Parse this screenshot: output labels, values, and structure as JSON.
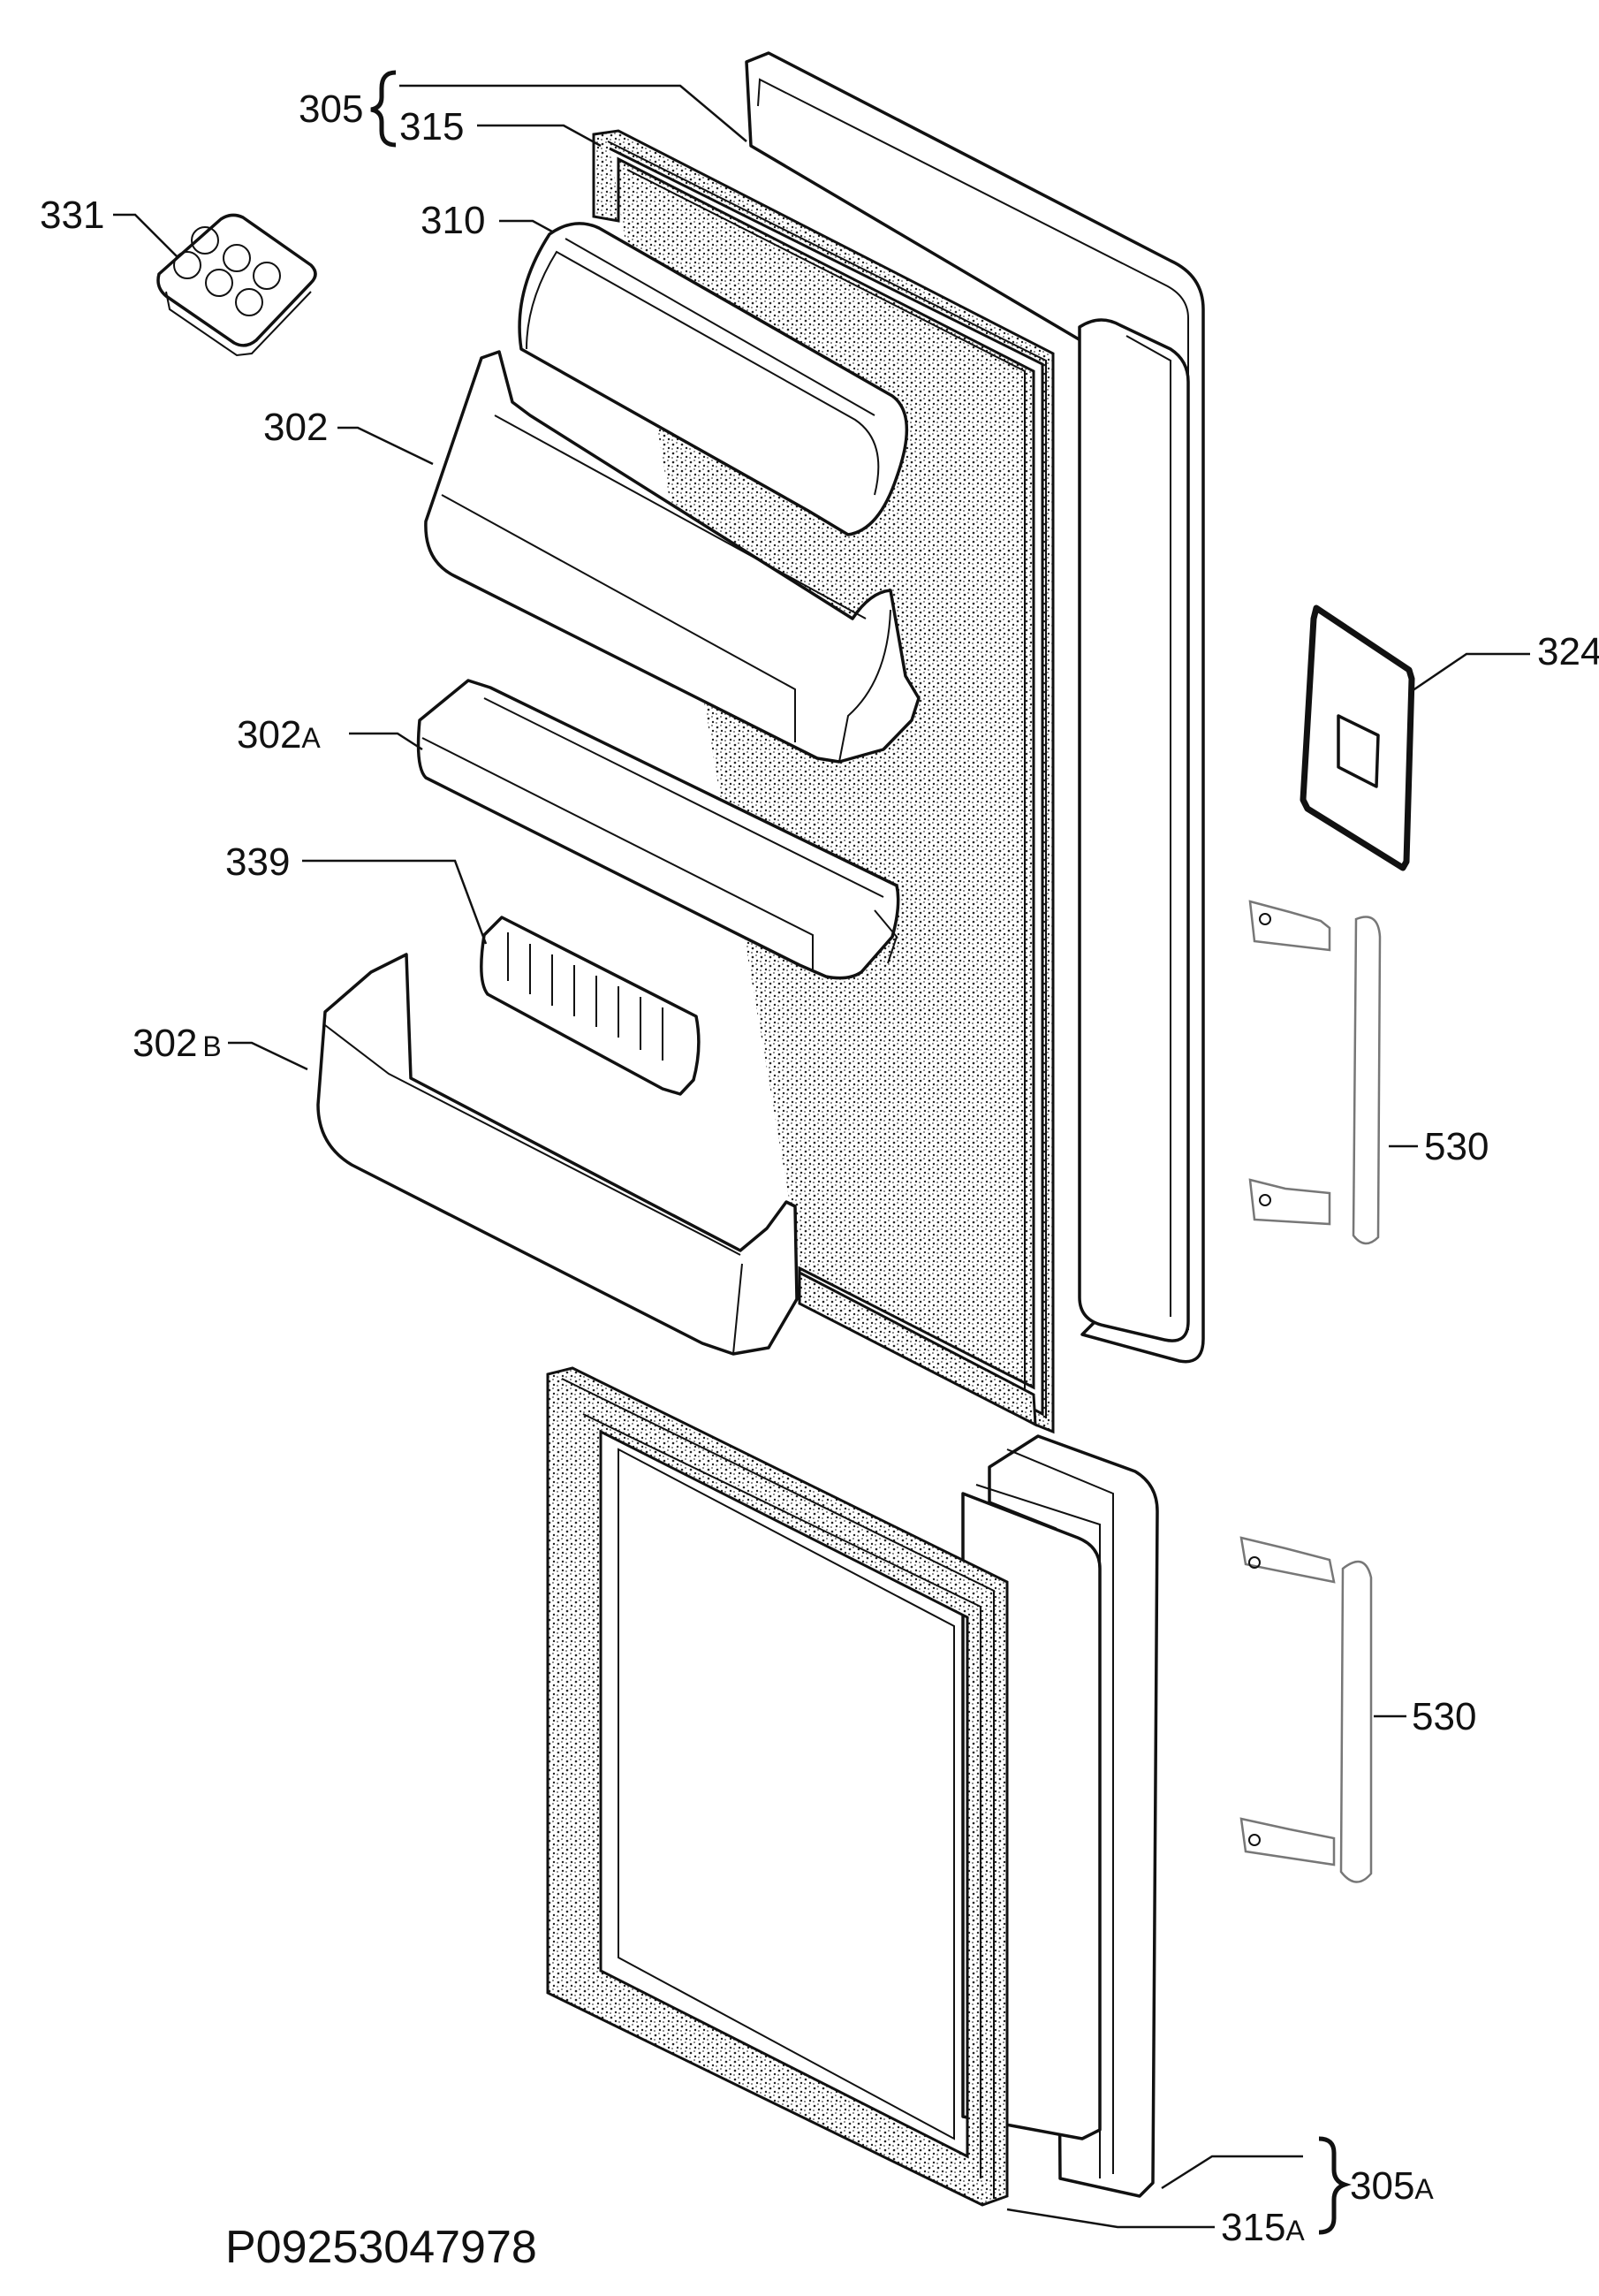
{
  "labels": {
    "l305": "305",
    "l315": "315",
    "l331": "331",
    "l310": "310",
    "l302": "302",
    "l302a": "302",
    "l302a_sfx": "A",
    "l339": "339",
    "l302b": "302",
    "l302b_sfx": "B",
    "l324": "324",
    "l530_top": "530",
    "l530_bottom": "530",
    "l305a": "305",
    "l305a_sfx": "A",
    "l315a": "315",
    "l315a_sfx": "A"
  },
  "part_number": "P09253047978"
}
